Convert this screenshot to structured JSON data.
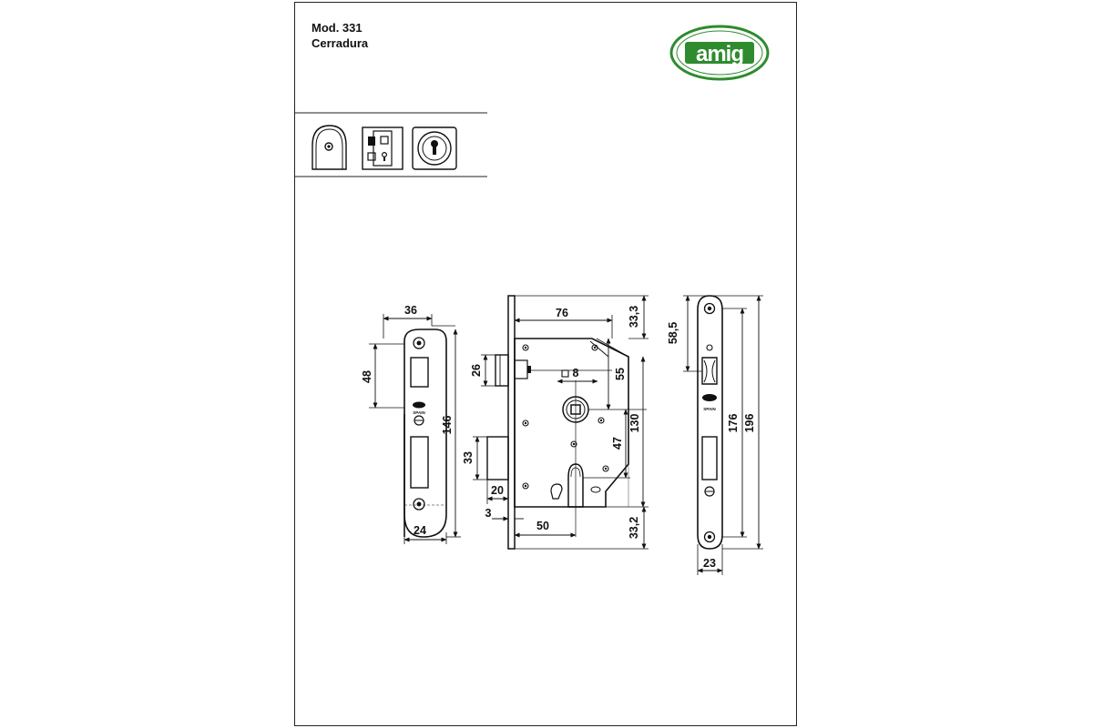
{
  "header": {
    "model": "Mod. 331",
    "product": "Cerradura"
  },
  "brand": {
    "logo": "amig",
    "marking": "SPAIN",
    "logo_color": "#2e8b2e"
  },
  "icons": [
    "round-faceplate-icon",
    "mortise-lock-icon",
    "euro-cylinder-rose-icon"
  ],
  "dimensions": {
    "strike_width": "36",
    "strike_latch_height": "48",
    "strike_total_height": "146",
    "strike_bottom_width": "24",
    "case_depth": "76",
    "top_offset": "33,3",
    "latch_height": "26",
    "spindle_square": "8",
    "spindle_offset": "55",
    "center_distance": "130",
    "cylinder_distance": "47",
    "bolt_height": "33",
    "bolt_throw": "20",
    "faceplate_thickness": "3",
    "backset": "50",
    "bottom_offset": "33,2",
    "front_latch_offset": "58,5",
    "front_inner_height": "176",
    "front_total_height": "196",
    "front_width": "23"
  }
}
